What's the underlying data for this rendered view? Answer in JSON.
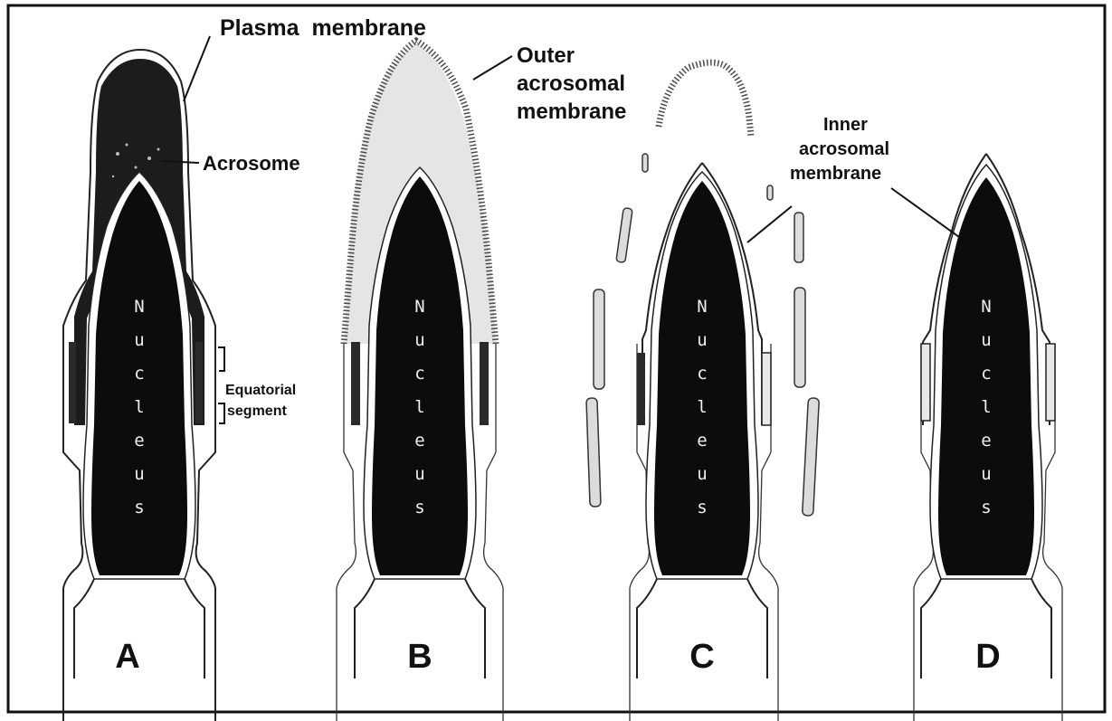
{
  "labels": {
    "plasma_membrane": "Plasma  membrane",
    "acrosome": "Acrosome",
    "outer_acrosomal_line1": "Outer",
    "outer_acrosomal_line2": "acrosomal",
    "outer_acrosomal_line3": "membrane",
    "inner_acrosomal_line1": "Inner",
    "inner_acrosomal_line2": "acrosomal",
    "inner_acrosomal_line3": "membrane",
    "equatorial_line1": "Equatorial",
    "equatorial_line2": "segment"
  },
  "nucleus_letters": [
    "N",
    "u",
    "c",
    "l",
    "e",
    "u",
    "s"
  ],
  "panels": [
    {
      "letter": "A"
    },
    {
      "letter": "B"
    },
    {
      "letter": "C"
    },
    {
      "letter": "D"
    }
  ]
}
